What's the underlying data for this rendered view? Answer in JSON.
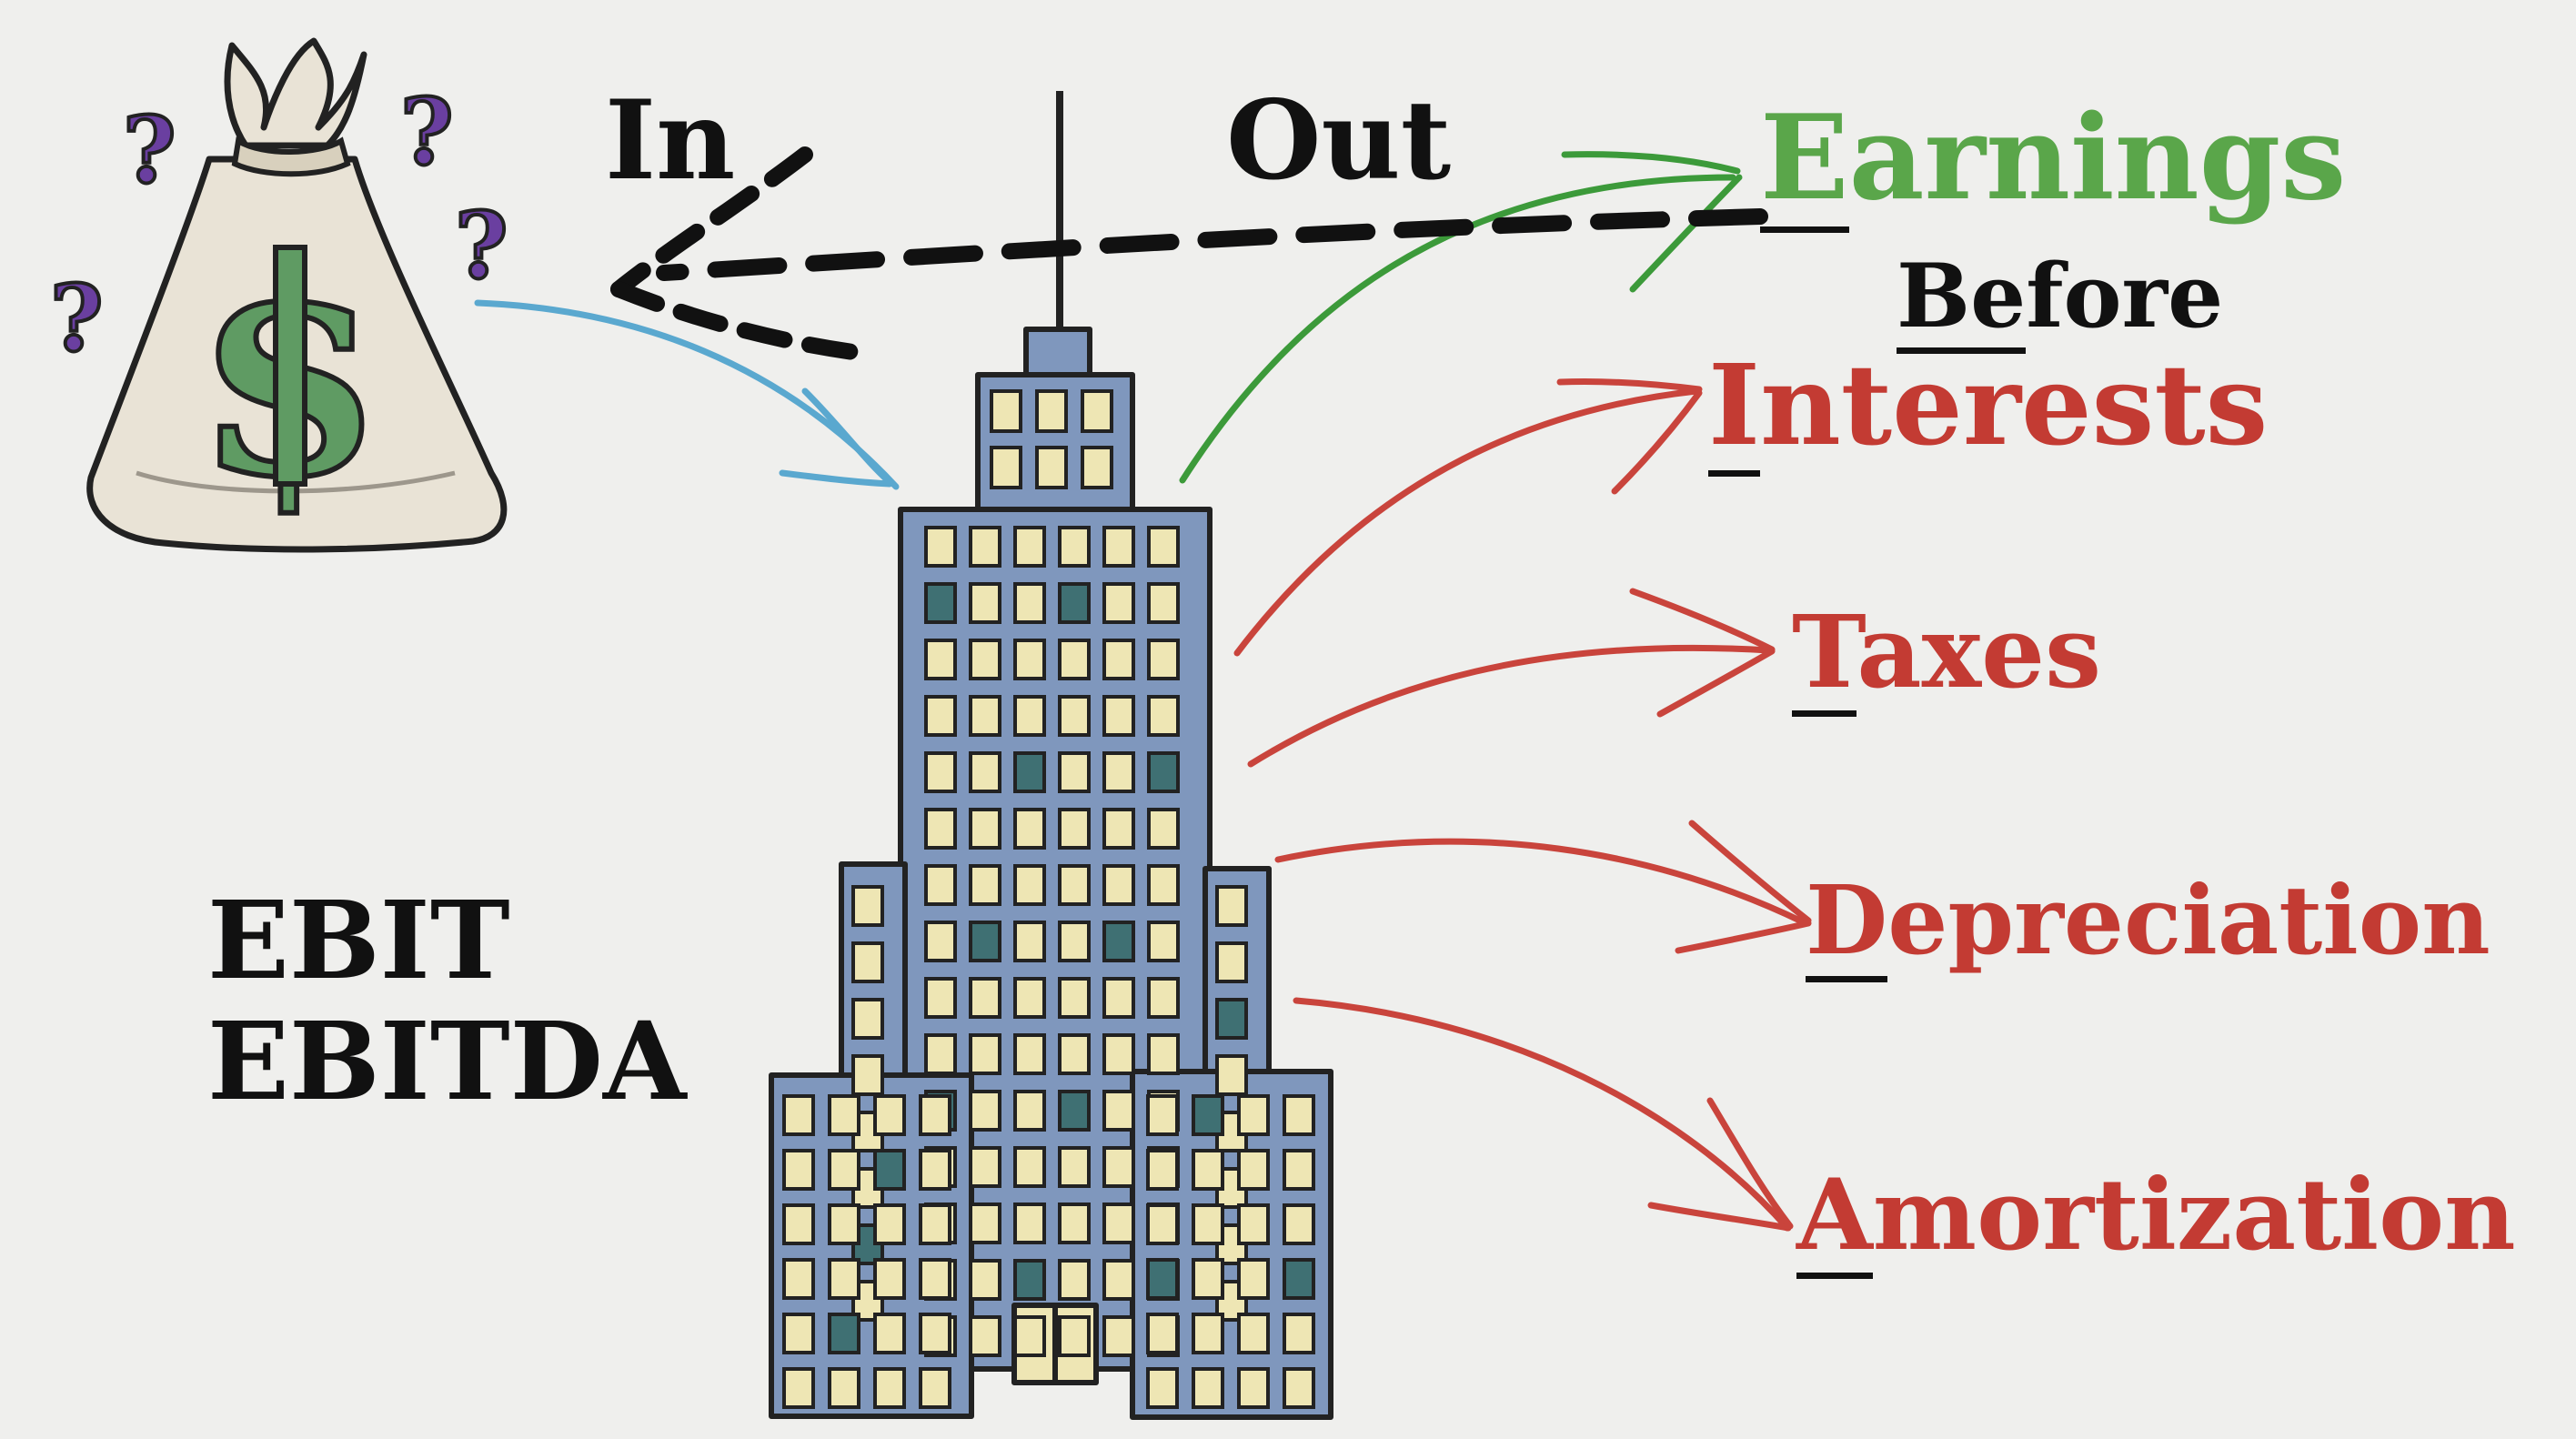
{
  "flow": {
    "in_label": "In",
    "out_label": "Out"
  },
  "metrics": {
    "ebit": "EBIT",
    "ebitda": "EBITDA"
  },
  "acronym": {
    "earnings": {
      "first": "E",
      "rest": "arnings",
      "color": "#5aa64a"
    },
    "before": {
      "first": "Be",
      "rest": "fore",
      "color": "#111111"
    },
    "interests": {
      "first": "I",
      "rest": "nterests",
      "color": "#c33b33"
    },
    "taxes": {
      "first": "T",
      "rest": "axes",
      "color": "#c33b33"
    },
    "depreciation": {
      "first": "D",
      "rest": "epreciation",
      "color": "#c33b33"
    },
    "amortization": {
      "first": "A",
      "rest": "mortization",
      "color": "#c33b33"
    }
  },
  "money_bag": {
    "symbol": "$",
    "question_marks": [
      "?",
      "?",
      "?",
      "?"
    ],
    "question_color": "#6a3fa0"
  },
  "colors": {
    "in_arrow": "#5aa8cf",
    "out_arrow": "#3c9a3a",
    "cost_arrows": "#c9443c",
    "dashed_arrow": "#111111",
    "building": "#7f97bd",
    "window": "#eee6b4",
    "window_dark": "#3f7073"
  }
}
